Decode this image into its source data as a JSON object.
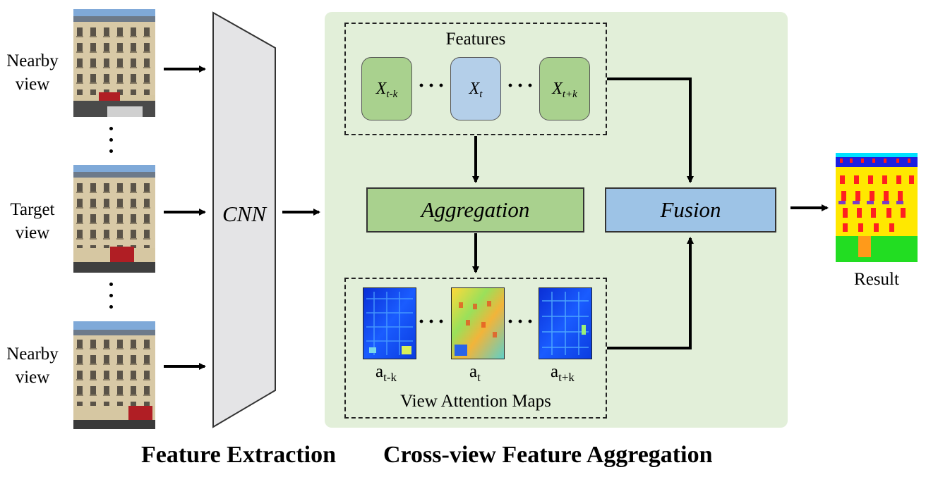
{
  "views": [
    {
      "label_line1": "Nearby",
      "label_line2": "view"
    },
    {
      "label_line1": "Target",
      "label_line2": "view"
    },
    {
      "label_line1": "Nearby",
      "label_line2": "view"
    }
  ],
  "cnn_label": "CNN",
  "features": {
    "title": "Features",
    "items": [
      {
        "main": "X",
        "sub": "t-k",
        "color": "#a9d18e"
      },
      {
        "main": "X",
        "sub": "t",
        "color": "#b4cfe9"
      },
      {
        "main": "X",
        "sub": "t+k",
        "color": "#a9d18e"
      }
    ]
  },
  "aggregation_label": "Aggregation",
  "fusion_label": "Fusion",
  "attention": {
    "title": "View Attention Maps",
    "maps": [
      {
        "main": "a",
        "sub": "t-k"
      },
      {
        "main": "a",
        "sub": "t"
      },
      {
        "main": "a",
        "sub": "t+k"
      }
    ]
  },
  "result_label": "Result",
  "bottom_labels": {
    "left": "Feature Extraction",
    "right": "Cross-view Feature Aggregation"
  },
  "colors": {
    "panel_bg": "#e2efd9",
    "aggregation_fill": "#a9d18e",
    "fusion_fill": "#9dc3e6",
    "cnn_fill": "#e4e4e6"
  }
}
